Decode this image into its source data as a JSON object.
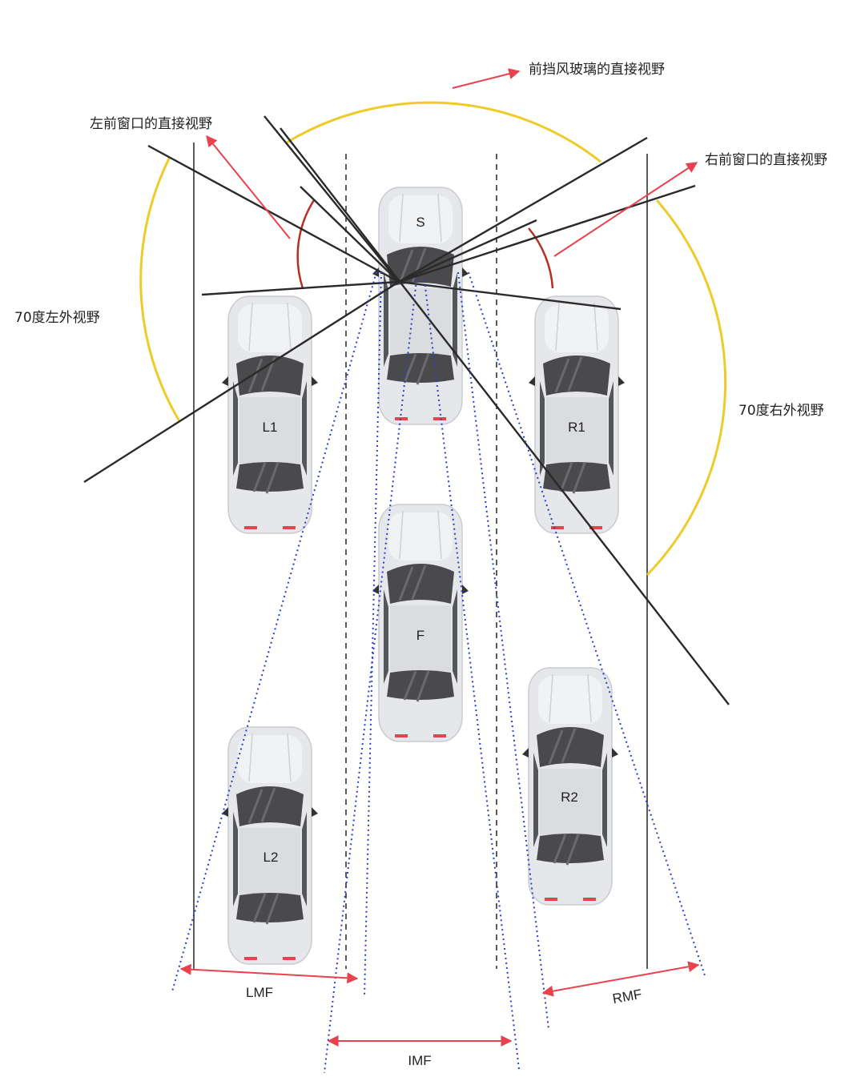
{
  "colors": {
    "arc_yellow": "#EFCB2A",
    "arc_red": "#B72E25",
    "arrow_red": "#E8424E",
    "sight_line": "#2A2A2A",
    "blue_dotted": "#2A3FC9",
    "lane_line": "#333333",
    "car_body": "#E6E7EA",
    "car_glass": "#4A4A4C"
  },
  "labels": {
    "windshield": "前挡风玻璃的直接视野",
    "left_window": "左前窗口的直接视野",
    "right_window": "右前窗口的直接视野",
    "left_outer": "70度左外视野",
    "right_outer": "70度右外视野"
  },
  "cars": {
    "S": "S",
    "L1": "L1",
    "R1": "R1",
    "F": "F",
    "L2": "L2",
    "R2": "R2"
  },
  "dimensions": {
    "lmf": "LMF",
    "imf": "IMF",
    "rmf": "RMF"
  }
}
